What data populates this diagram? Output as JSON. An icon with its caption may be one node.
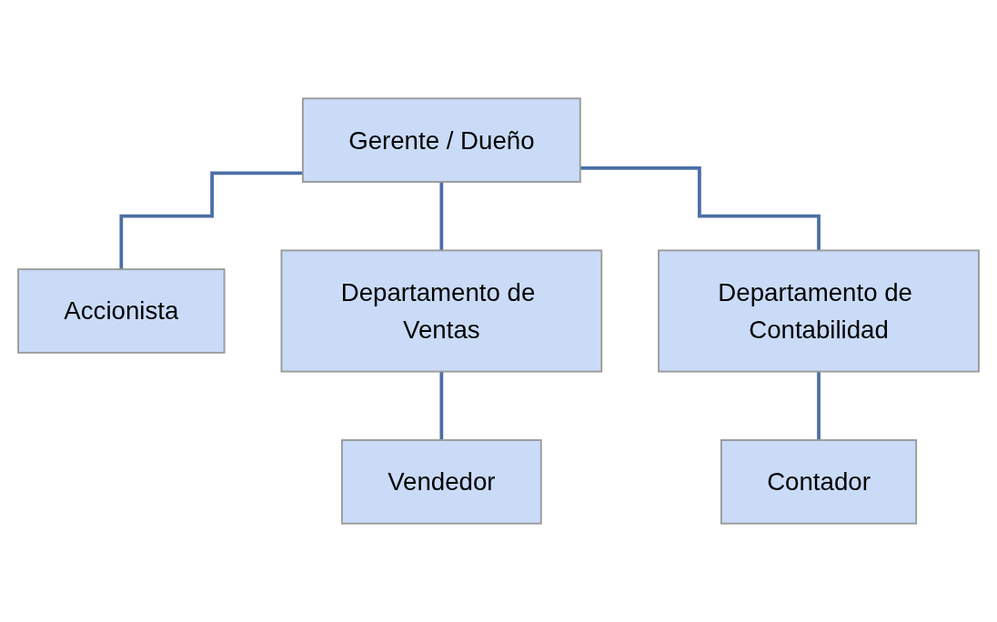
{
  "diagram": {
    "nodes": [
      {
        "text": [
          "Gerente / Dueño"
        ]
      },
      {
        "text": [
          "Accionista"
        ]
      },
      {
        "text": [
          "Departamento de Ventas"
        ]
      },
      {
        "text": [
          "Departamento de Contabilidad"
        ]
      },
      {
        "text": [
          "Vendedor"
        ]
      },
      {
        "text": [
          "Contador"
        ]
      }
    ],
    "edges": [
      {
        "from": 0,
        "to": 1,
        "arrow": "none"
      },
      {
        "from": 0,
        "to": 2,
        "arrow": "none"
      },
      {
        "from": 0,
        "to": 3,
        "arrow": "none"
      },
      {
        "from": 2,
        "to": 4,
        "arrow": "none"
      },
      {
        "from": 3,
        "to": 5,
        "arrow": "none"
      }
    ]
  }
}
